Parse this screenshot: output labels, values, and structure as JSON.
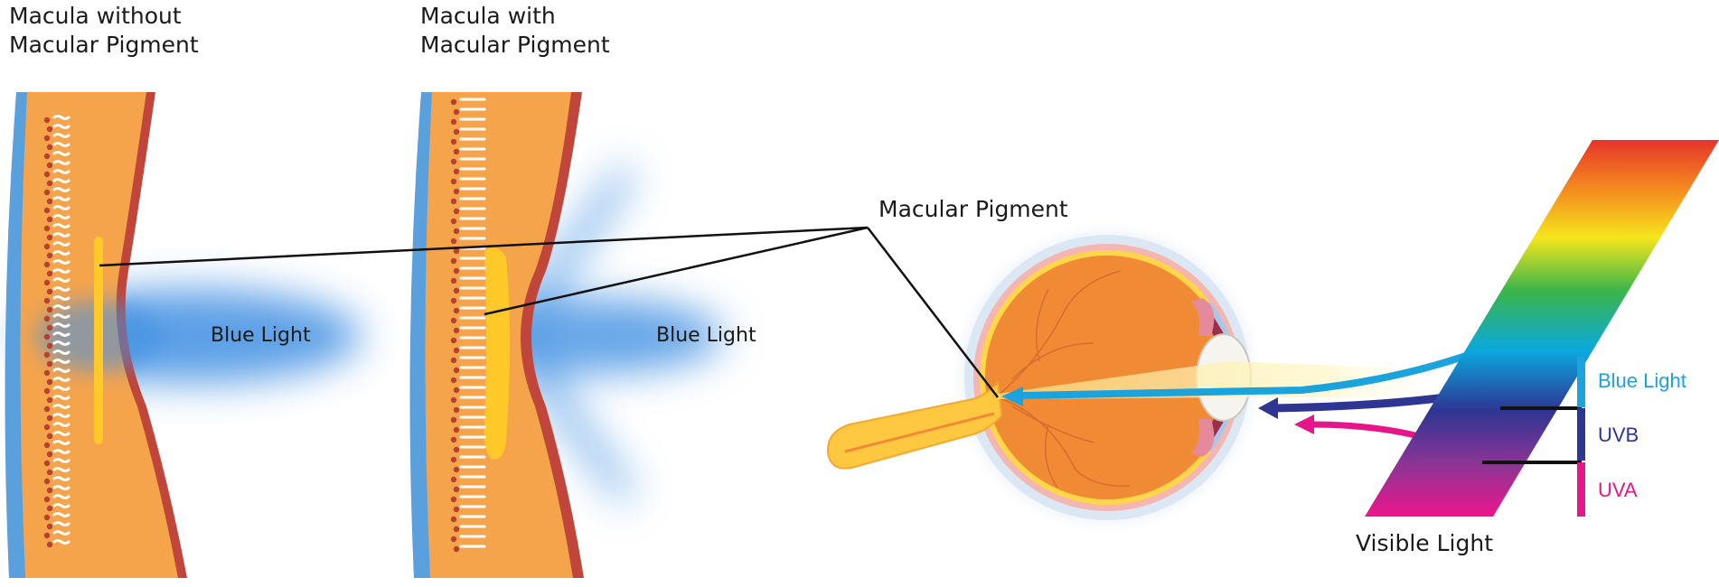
{
  "panels": {
    "without": {
      "title_line1": "Macula without",
      "title_line2": "Macular Pigment",
      "light_label": "Blue Light"
    },
    "with": {
      "title_line1": "Macula with",
      "title_line2": "Macular Pigment",
      "light_label": "Blue Light"
    }
  },
  "eye": {
    "pigment_label": "Macular Pigment",
    "visible_light_label": "Visible Light"
  },
  "legend": [
    {
      "label": "Blue Light",
      "color": "#1aa3dc"
    },
    {
      "label": "UVB",
      "color": "#2e3592"
    },
    {
      "label": "UVA",
      "color": "#e5168a"
    }
  ],
  "colors": {
    "tissue": "#f5a44c",
    "inner_layer": "#5aa0dc",
    "outer_layer": "#c0453a",
    "pigment": "#ffc92a",
    "blue_light": "#3d8fe0",
    "eyeball": "#f08a35",
    "optic_nerve": "#ffc840"
  }
}
